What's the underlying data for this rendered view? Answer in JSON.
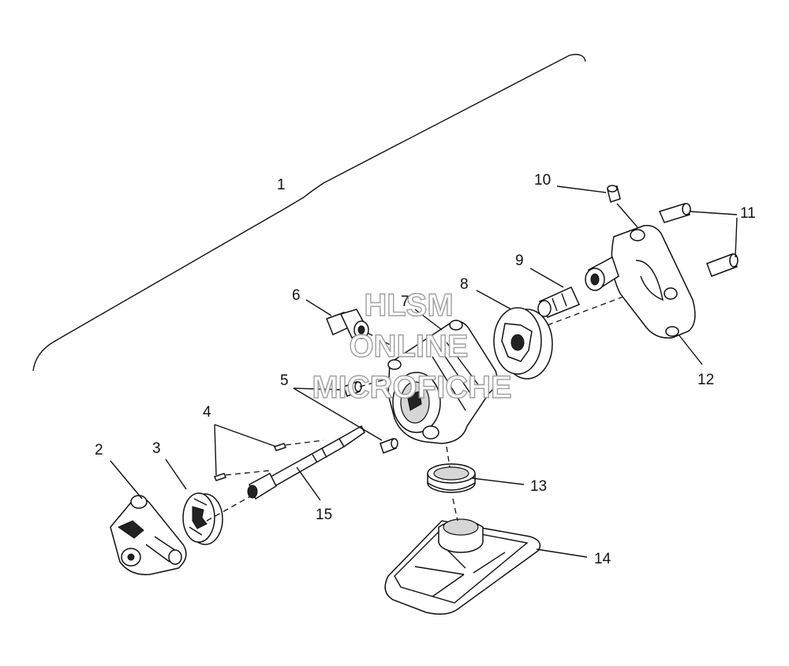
{
  "callouts": {
    "c1": "1",
    "c2": "2",
    "c3": "3",
    "c4": "4",
    "c5": "5",
    "c6": "6",
    "c7": "7",
    "c8": "8",
    "c9": "9",
    "c10": "10",
    "c11": "11",
    "c12": "12",
    "c13": "13",
    "c14": "14",
    "c15": "15"
  },
  "watermark": {
    "line1": "HLSM",
    "line2": "ONLINE",
    "line3": "MICROFICHE"
  }
}
